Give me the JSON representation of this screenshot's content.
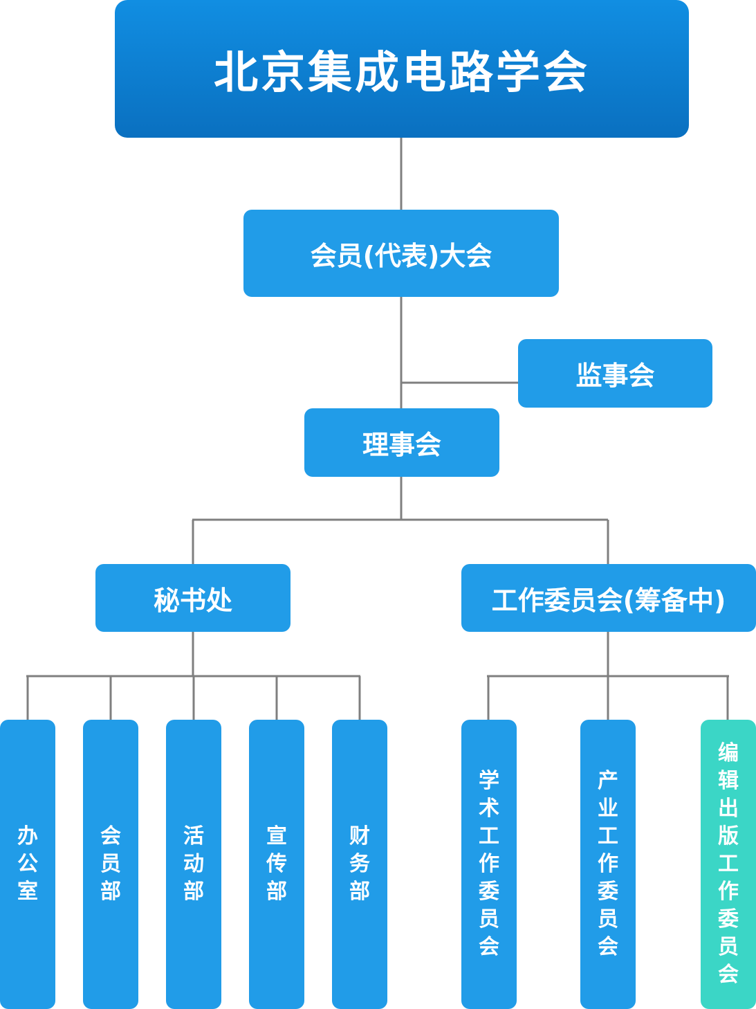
{
  "org": {
    "root": "北京集成电路学会",
    "assembly": "会员(代表)大会",
    "supervisors": "监事会",
    "council": "理事会",
    "secretariat": "秘书处",
    "committees": "工作委员会(筹备中)"
  },
  "secretariat_departments": [
    "办公室",
    "会员部",
    "活动部",
    "宣传部",
    "财务部"
  ],
  "working_committees": [
    "学术工作委员会",
    "产业工作委员会",
    "编辑出版工作委员会"
  ],
  "colors": {
    "box": "#219ce8",
    "root_top": "#118ee2",
    "root_bottom": "#0a70c0",
    "highlight": "#3bd6c6",
    "connector": "#7f7f7f"
  }
}
